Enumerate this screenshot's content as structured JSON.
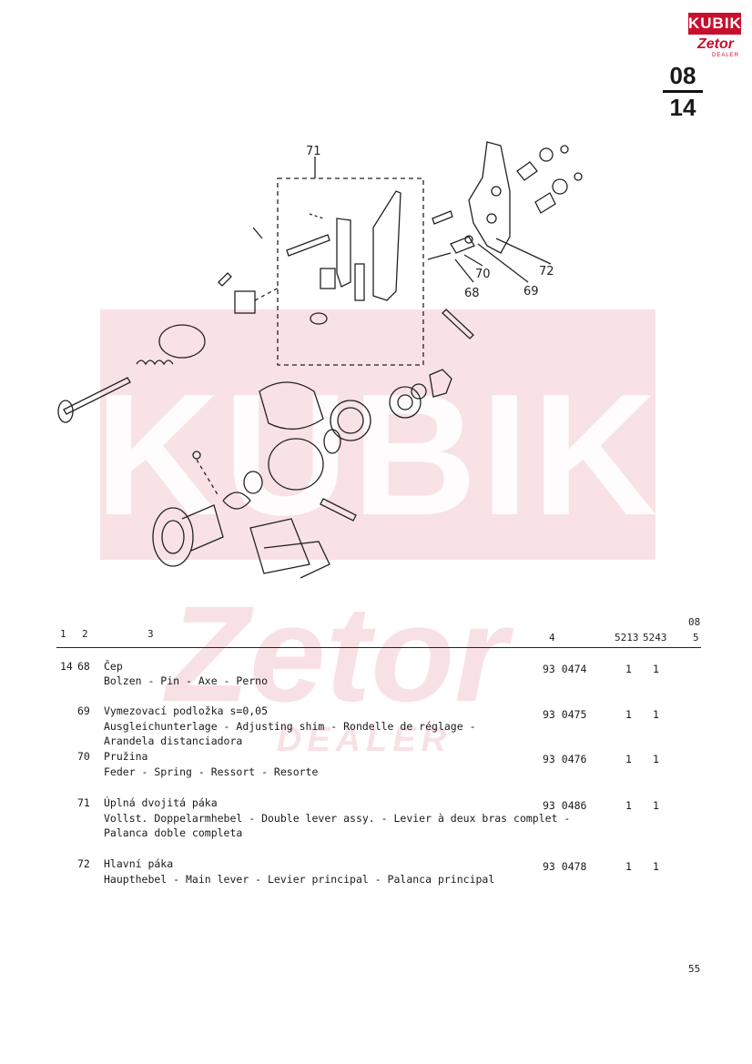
{
  "logo": {
    "brand": "KUBIK",
    "sub": "Zetor",
    "dealer": "DEALER"
  },
  "section": {
    "top": "08",
    "bottom": "14"
  },
  "watermark": {
    "brand": "KUBIK",
    "sub": "Zetor",
    "dealer": "DEALER"
  },
  "callouts": {
    "c71": "71",
    "c72": "72",
    "c70": "70",
    "c68": "68",
    "c69": "69"
  },
  "table": {
    "columns": {
      "c1": "1",
      "c2": "2",
      "c3": "3",
      "c4": "4",
      "c5a": "5213",
      "c5b": "5243",
      "c6a": "08",
      "c6b": "5"
    },
    "rows": [
      {
        "fig": "14",
        "pos": "68",
        "lines": [
          "Čep",
          "Bolzen - Pin - Axe - Perno"
        ],
        "part": "93 0474",
        "q1": "1",
        "q2": "1"
      },
      {
        "fig": "",
        "pos": "69",
        "lines": [
          "Vymezovací podložka s=0,05",
          "Ausgleichunterlage - Adjusting shim - Rondelle de réglage -",
          "Arandela distanciadora"
        ],
        "part": "93 0475",
        "q1": "1",
        "q2": "1"
      },
      {
        "fig": "",
        "pos": "70",
        "lines": [
          "Pružina",
          "Feder - Spring - Ressort - Resorte"
        ],
        "part": "93 0476",
        "q1": "1",
        "q2": "1"
      },
      {
        "fig": "",
        "pos": "71",
        "lines": [
          "Úplná dvojitá páka",
          "Vollst. Doppelarmhebel - Double lever assy. - Levier à deux bras complet -",
          "Palanca doble completa"
        ],
        "part": "93 0486",
        "q1": "1",
        "q2": "1"
      },
      {
        "fig": "",
        "pos": "72",
        "lines": [
          "Hlavní páka",
          "Haupthebel - Main lever - Levier principal - Palanca principal"
        ],
        "part": "93 0478",
        "q1": "1",
        "q2": "1"
      }
    ]
  },
  "page_number": "55"
}
